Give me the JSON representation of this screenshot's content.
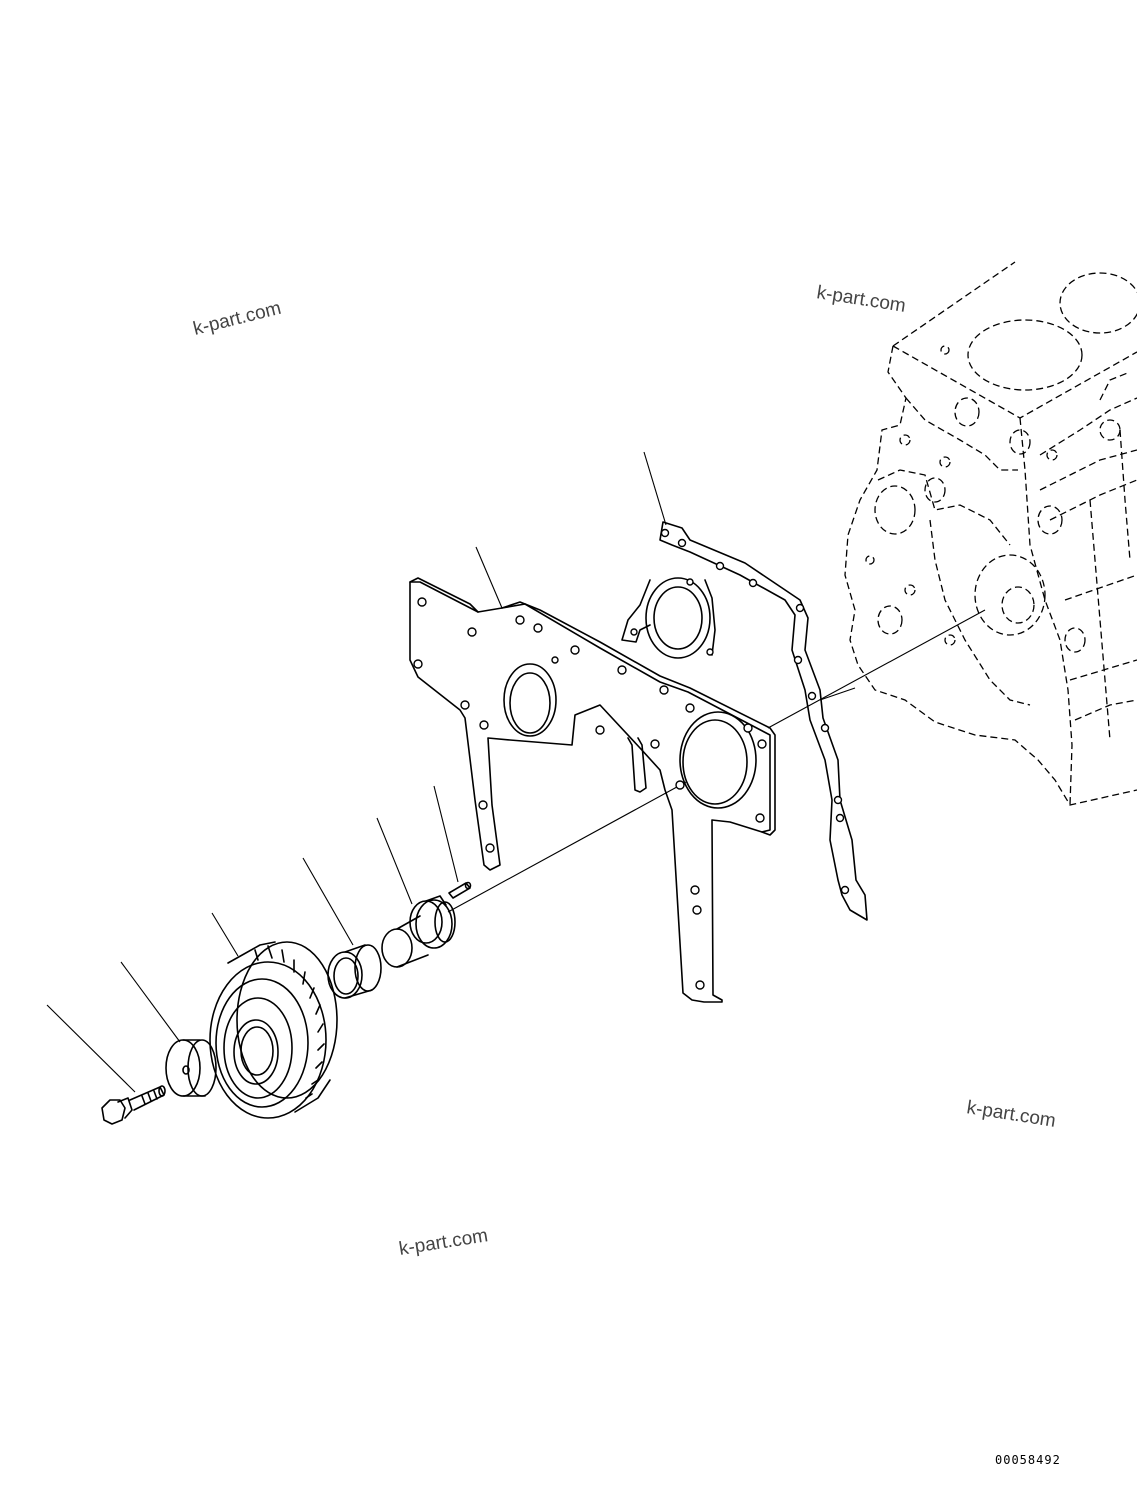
{
  "drawing_number": "00058492",
  "watermarks": [
    "k-part.com",
    "k-part.com",
    "k-part.com",
    "k-part.com"
  ],
  "components": [
    {
      "name": "bolt",
      "icon": "bolt-icon"
    },
    {
      "name": "washer",
      "icon": "washer-icon"
    },
    {
      "name": "idler-gear",
      "icon": "gear-icon"
    },
    {
      "name": "bushing",
      "icon": "bushing-icon"
    },
    {
      "name": "shaft",
      "icon": "shaft-icon"
    },
    {
      "name": "pin",
      "icon": "pin-icon"
    },
    {
      "name": "front-plate",
      "icon": "plate-icon"
    },
    {
      "name": "gasket",
      "icon": "gasket-icon"
    },
    {
      "name": "cylinder-block",
      "icon": "engine-block-icon"
    }
  ]
}
